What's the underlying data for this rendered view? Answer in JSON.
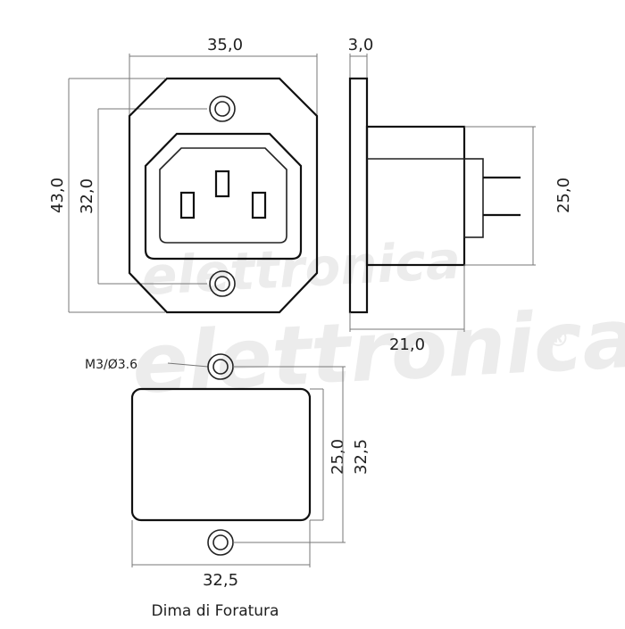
{
  "watermark": {
    "line1": "elettronica",
    "line2": "elettronica",
    "registered": "®"
  },
  "front_view": {
    "width_dim": "35,0",
    "height_dim": "43,0",
    "hole_spacing_dim": "32,0"
  },
  "side_view": {
    "flange_thickness_dim": "3,0",
    "body_height_dim": "25,0",
    "depth_dim": "21,0"
  },
  "drilling_template": {
    "hole_label": "M3/Ø3.6",
    "cutout_height_dim": "25,0",
    "hole_spacing_dim": "32,5",
    "cutout_width_dim": "32,5",
    "caption": "Dima di Foratura"
  },
  "colors": {
    "line": "#222222",
    "dimension_line": "#777777",
    "watermark": "#ececec"
  }
}
